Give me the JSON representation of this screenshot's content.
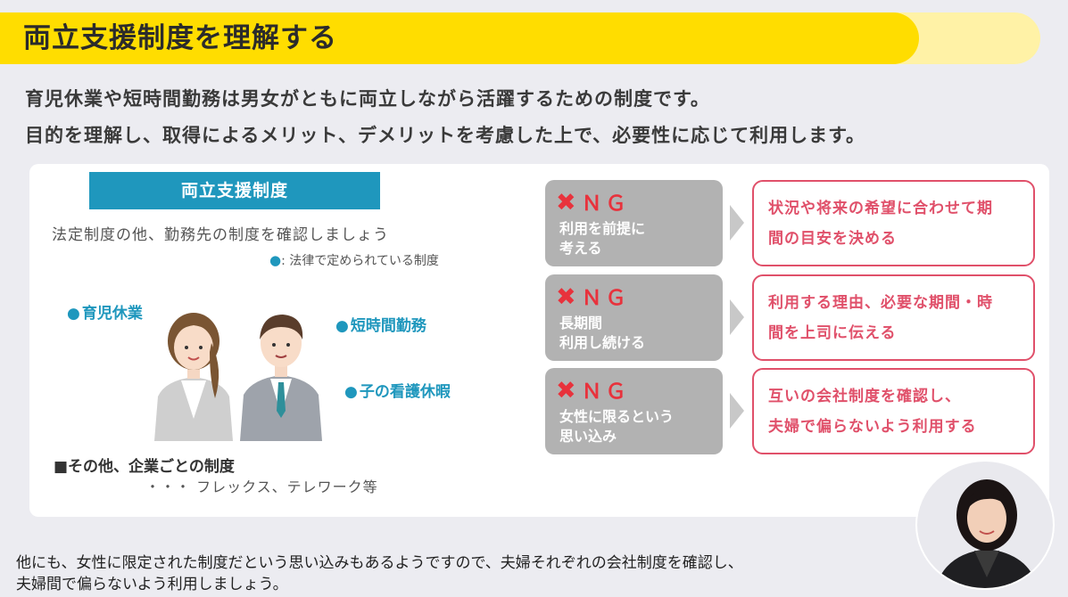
{
  "title": "両立支援制度を理解する",
  "intro": {
    "line1": "育児休業や短時間勤務は男女がともに両立しながら活躍するための制度です。",
    "line2": "目的を理解し、取得によるメリット、デメリットを考慮した上で、必要性に応じて利用します。"
  },
  "systems": {
    "header": "両立支援制度",
    "note": "法定制度の他、勤務先の制度を確認しましょう",
    "legend": ": 法律で定められている制度",
    "items": [
      "育児休業",
      "短時間勤務",
      "子の看護休暇"
    ],
    "other_title": "■その他、企業ごとの制度",
    "other_sub": "・・・ フレックス、テレワーク等"
  },
  "ng_label": "ＮＧ",
  "cases": [
    {
      "ng": [
        "利用を前提に",
        "考える"
      ],
      "ok": [
        "状況や将来の希望に合わせて期",
        "間の目安を決める"
      ]
    },
    {
      "ng": [
        "長期間",
        "利用し続ける"
      ],
      "ok": [
        "利用する理由、必要な期間・時",
        "間を上司に伝える"
      ]
    },
    {
      "ng": [
        "女性に限るという",
        "思い込み"
      ],
      "ok": [
        "互いの会社制度を確認し、",
        "夫婦で偏らないよう利用する"
      ]
    }
  ],
  "caption": {
    "line1": "他にも、女性に限定された制度だという思い込みもあるようですので、夫婦それぞれの会社制度を確認し、",
    "line2": "夫婦間で偏らないよう利用しましょう。"
  },
  "colors": {
    "accent_yellow": "#ffdd00",
    "system_blue": "#1f97bd",
    "ng_red": "#e8323c",
    "ok_pink": "#e0506a"
  }
}
